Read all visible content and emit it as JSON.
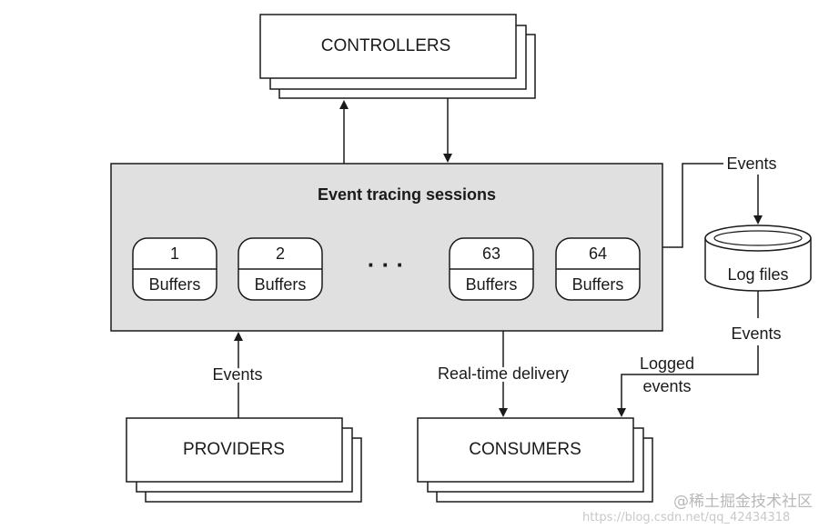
{
  "controllers": {
    "label": "CONTROLLERS"
  },
  "session": {
    "title": "Event tracing sessions",
    "buffers": [
      {
        "number": "1",
        "label": "Buffers"
      },
      {
        "number": "2",
        "label": "Buffers"
      },
      {
        "number": "63",
        "label": "Buffers"
      },
      {
        "number": "64",
        "label": "Buffers"
      }
    ],
    "ellipsis": "· · ·"
  },
  "log_files": {
    "label": "Log files"
  },
  "providers": {
    "label": "PROVIDERS"
  },
  "consumers": {
    "label": "CONSUMERS"
  },
  "edge_labels": {
    "events_to_log": "Events",
    "events_from_log": "Events",
    "providers_events": "Events",
    "realtime_delivery": "Real-time delivery",
    "logged_events_line1": "Logged",
    "logged_events_line2": "events"
  },
  "watermark": {
    "brand": "@稀土掘金技术社区",
    "url": "https://blog.csdn.net/qq_42434318"
  }
}
